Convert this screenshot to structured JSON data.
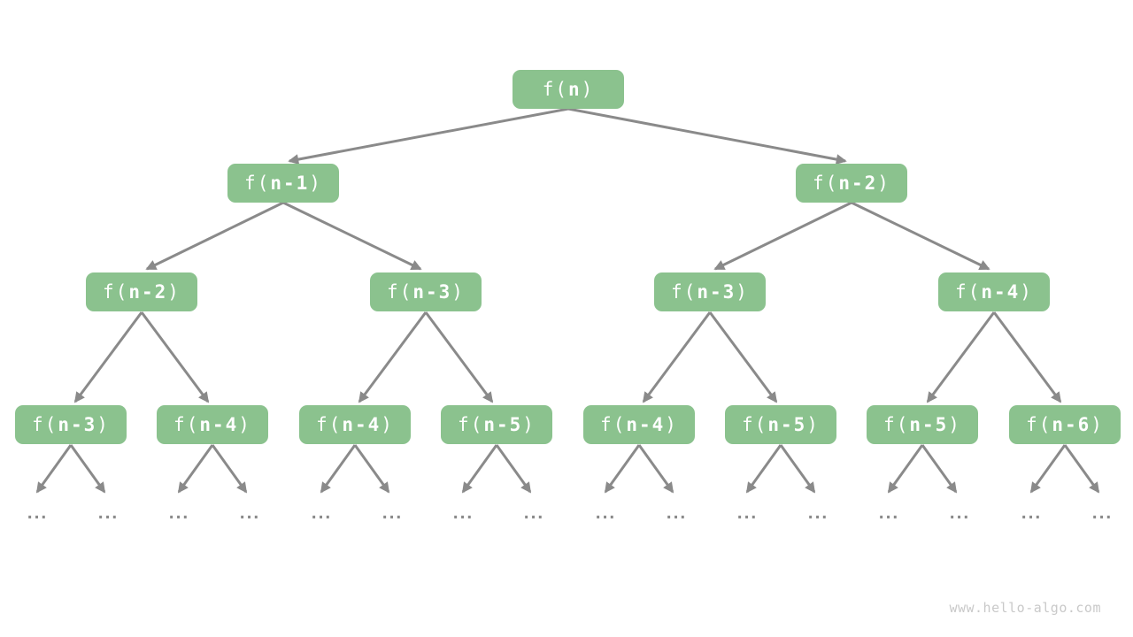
{
  "colors": {
    "background": "#ffffff",
    "node_fill": "#8bc28e",
    "node_text": "#ffffff",
    "edge_arrow": "#8a8a8a",
    "ellipsis": "#8a8a8a",
    "watermark": "#c9c9c9"
  },
  "watermark": {
    "text": "www.hello-algo.com"
  },
  "tree": {
    "ellipsis": "...",
    "ellipsis_count": 16,
    "levels": [
      [
        "f(n)"
      ],
      [
        "f(n-1)",
        "f(n-2)"
      ],
      [
        "f(n-2)",
        "f(n-3)",
        "f(n-3)",
        "f(n-4)"
      ],
      [
        "f(n-3)",
        "f(n-4)",
        "f(n-4)",
        "f(n-5)",
        "f(n-4)",
        "f(n-5)",
        "f(n-5)",
        "f(n-6)"
      ]
    ],
    "edges_parent_child": [
      [
        0,
        1
      ],
      [
        0,
        2
      ],
      [
        1,
        3
      ],
      [
        1,
        4
      ],
      [
        2,
        5
      ],
      [
        2,
        6
      ],
      [
        3,
        7
      ],
      [
        3,
        8
      ],
      [
        4,
        9
      ],
      [
        4,
        10
      ],
      [
        5,
        11
      ],
      [
        5,
        12
      ],
      [
        6,
        13
      ],
      [
        6,
        14
      ]
    ],
    "ellipsis_children_per_leaf": 2,
    "nodes": [
      {
        "label": "f(n)",
        "prefix": "f(",
        "bold": "n",
        "suffix": ")"
      },
      {
        "label": "f(n-1)",
        "prefix": "f(",
        "bold": "n-1",
        "suffix": ")"
      },
      {
        "label": "f(n-2)",
        "prefix": "f(",
        "bold": "n-2",
        "suffix": ")"
      },
      {
        "label": "f(n-2)",
        "prefix": "f(",
        "bold": "n-2",
        "suffix": ")"
      },
      {
        "label": "f(n-3)",
        "prefix": "f(",
        "bold": "n-3",
        "suffix": ")"
      },
      {
        "label": "f(n-3)",
        "prefix": "f(",
        "bold": "n-3",
        "suffix": ")"
      },
      {
        "label": "f(n-4)",
        "prefix": "f(",
        "bold": "n-4",
        "suffix": ")"
      },
      {
        "label": "f(n-3)",
        "prefix": "f(",
        "bold": "n-3",
        "suffix": ")"
      },
      {
        "label": "f(n-4)",
        "prefix": "f(",
        "bold": "n-4",
        "suffix": ")"
      },
      {
        "label": "f(n-4)",
        "prefix": "f(",
        "bold": "n-4",
        "suffix": ")"
      },
      {
        "label": "f(n-5)",
        "prefix": "f(",
        "bold": "n-5",
        "suffix": ")"
      },
      {
        "label": "f(n-4)",
        "prefix": "f(",
        "bold": "n-4",
        "suffix": ")"
      },
      {
        "label": "f(n-5)",
        "prefix": "f(",
        "bold": "n-5",
        "suffix": ")"
      },
      {
        "label": "f(n-5)",
        "prefix": "f(",
        "bold": "n-5",
        "suffix": ")"
      },
      {
        "label": "f(n-6)",
        "prefix": "f(",
        "bold": "n-6",
        "suffix": ")"
      }
    ]
  }
}
